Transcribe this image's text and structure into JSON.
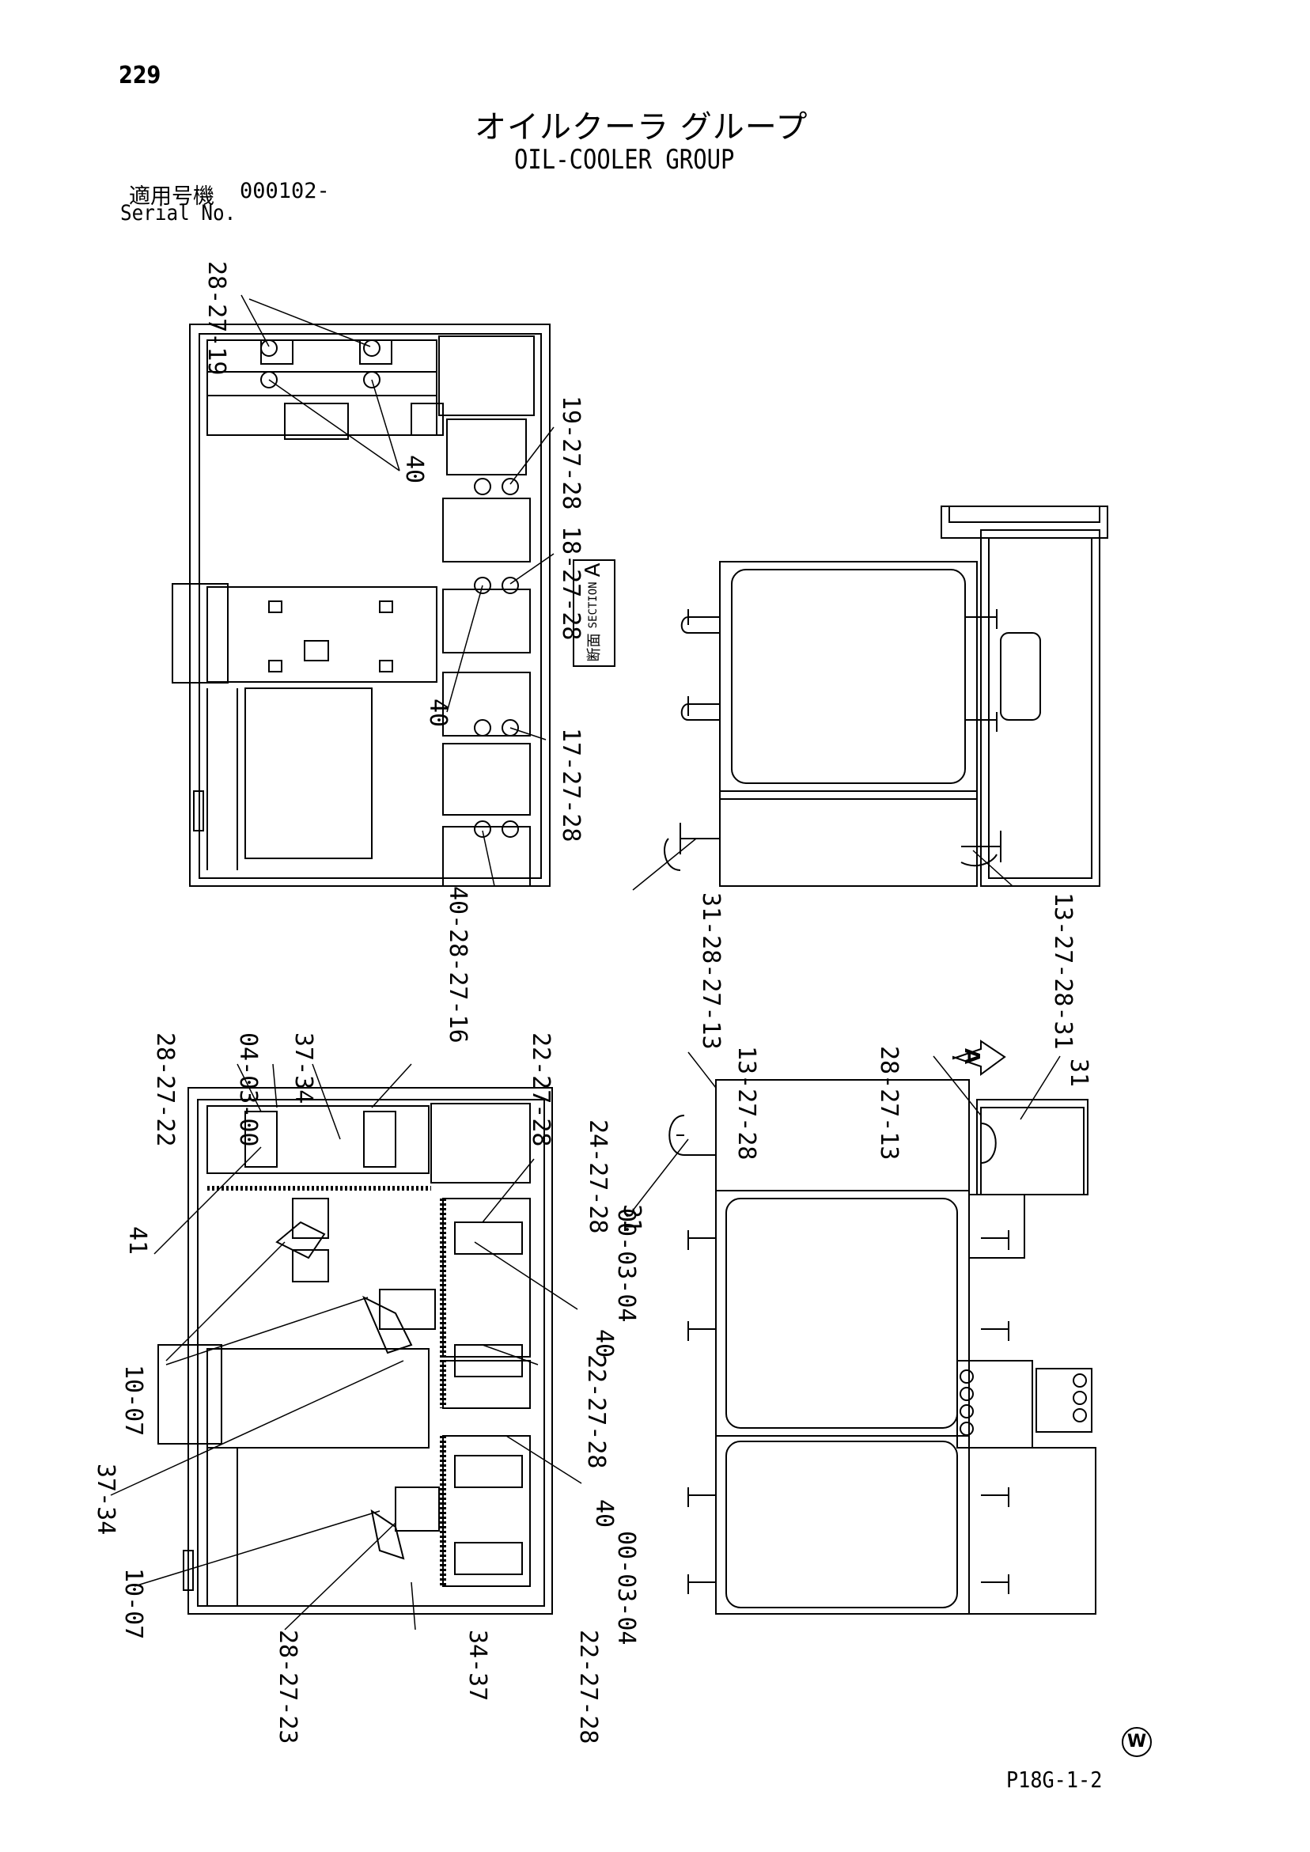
{
  "header": {
    "page_number": "229",
    "title_jp": "オイルクーラ グループ",
    "title_en": "OIL-COOLER GROUP",
    "serial_label_jp": "適用号機",
    "serial_value": "000102-",
    "serial_label_en": "Serial No."
  },
  "section_label": {
    "jp": "断面",
    "en": "SECTION",
    "letter": "A"
  },
  "view_arrow_letter": "A",
  "footer": {
    "drawing_code": "P18G-1-2",
    "mark": "W"
  },
  "callouts": [
    {
      "id": "c1",
      "text": "28-27-19"
    },
    {
      "id": "c2",
      "text": "40"
    },
    {
      "id": "c3",
      "text": "19-27-28"
    },
    {
      "id": "c4",
      "text": "18-27-28"
    },
    {
      "id": "c5",
      "text": "40"
    },
    {
      "id": "c6",
      "text": "17-27-28"
    },
    {
      "id": "c7",
      "text": "40-28-27-16"
    },
    {
      "id": "c8",
      "text": "31-28-27-13"
    },
    {
      "id": "c9",
      "text": "13-27-28-31"
    },
    {
      "id": "c10",
      "text": "28-27-22"
    },
    {
      "id": "c11",
      "text": "04-03-00"
    },
    {
      "id": "c12",
      "text": "37-34"
    },
    {
      "id": "c13",
      "text": "22-27-28"
    },
    {
      "id": "c14",
      "text": "24-27-28"
    },
    {
      "id": "c15",
      "text": "00-03-04"
    },
    {
      "id": "c16",
      "text": "40"
    },
    {
      "id": "c17",
      "text": "41"
    },
    {
      "id": "c18",
      "text": "10-07"
    },
    {
      "id": "c19",
      "text": "22-27-28"
    },
    {
      "id": "c20",
      "text": "37-34"
    },
    {
      "id": "c21",
      "text": "40"
    },
    {
      "id": "c22",
      "text": "10-07"
    },
    {
      "id": "c23",
      "text": "00-03-04"
    },
    {
      "id": "c24",
      "text": "28-27-23"
    },
    {
      "id": "c25",
      "text": "34-37"
    },
    {
      "id": "c26",
      "text": "22-27-28"
    },
    {
      "id": "c27",
      "text": "13-27-28"
    },
    {
      "id": "c28",
      "text": "28-27-13"
    },
    {
      "id": "c29",
      "text": "31"
    },
    {
      "id": "c30",
      "text": "31"
    }
  ]
}
